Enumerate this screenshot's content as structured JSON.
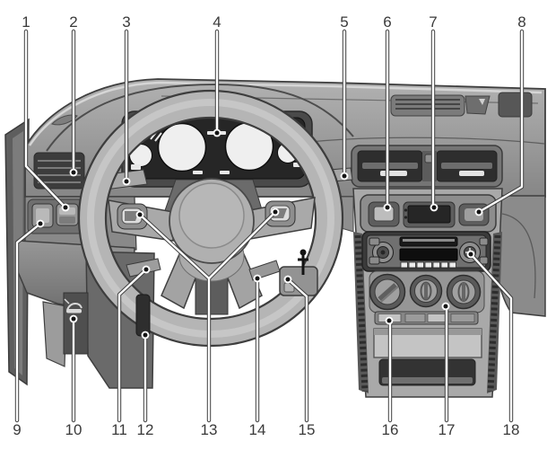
{
  "figure": {
    "type": "car-dashboard-callout-diagram",
    "description": "Grayscale line-art of a car dashboard, steering wheel and centre console with numbered callouts",
    "callouts": [
      {
        "label": "1"
      },
      {
        "label": "2"
      },
      {
        "label": "3"
      },
      {
        "label": "4"
      },
      {
        "label": "5"
      },
      {
        "label": "6"
      },
      {
        "label": "7"
      },
      {
        "label": "8"
      },
      {
        "label": "9"
      },
      {
        "label": "10"
      },
      {
        "label": "11"
      },
      {
        "label": "12"
      },
      {
        "label": "13"
      },
      {
        "label": "14"
      },
      {
        "label": "15"
      },
      {
        "label": "16"
      },
      {
        "label": "17"
      },
      {
        "label": "18"
      }
    ]
  },
  "style": {
    "background": "#ffffff",
    "label_color": "#3a3a3a",
    "leader_line_color": "#ffffff",
    "leader_outline_color": "#3f3f3f",
    "dot_color": "#141414"
  }
}
